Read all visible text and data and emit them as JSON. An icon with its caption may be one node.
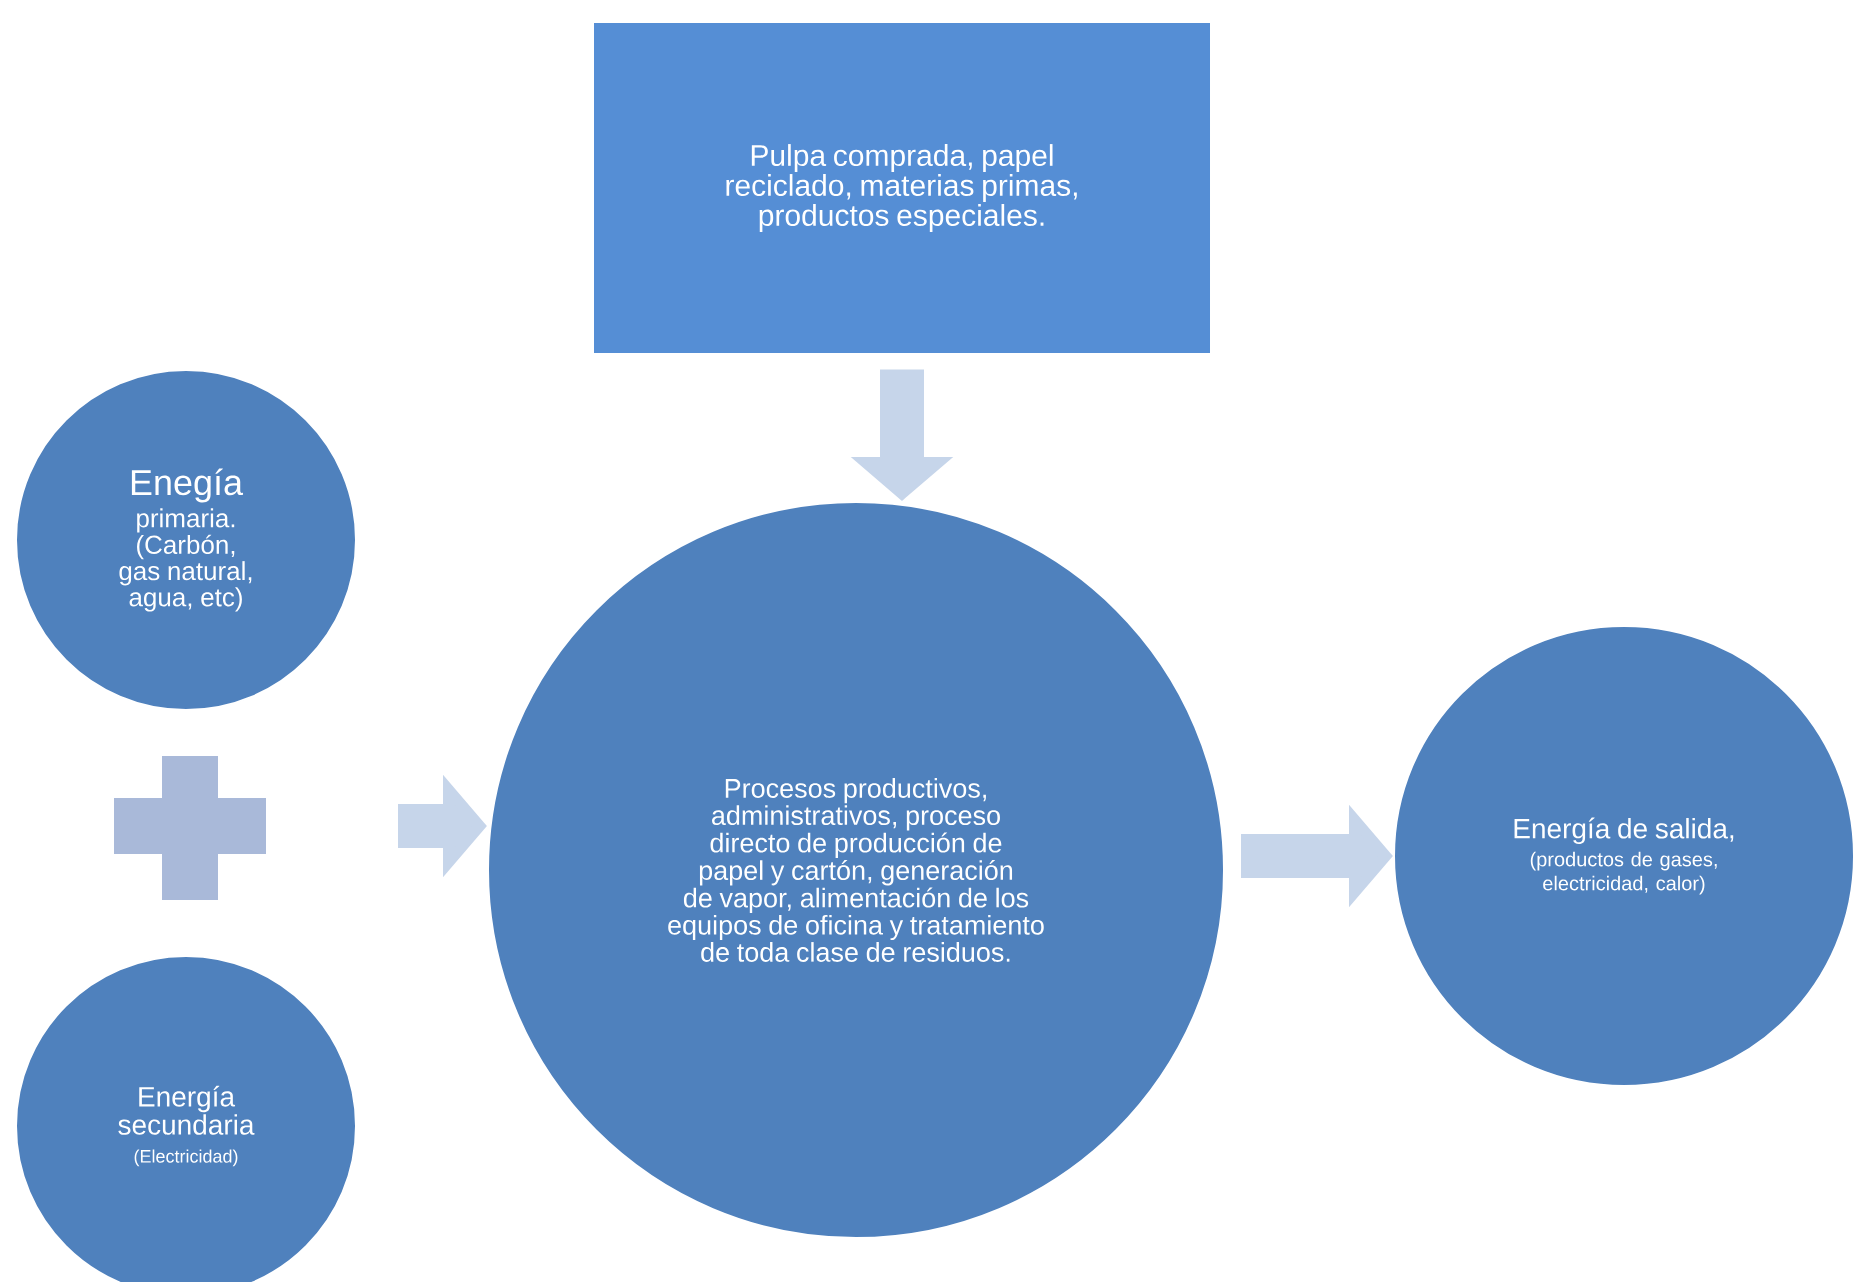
{
  "diagram": {
    "nodes": [
      {
        "text": [
          "Pulpa comprada, papel reciclado, materias primas, productos especiales."
        ]
      },
      {
        "text": [
          "Enegía",
          "primaria. (Carbón, gas natural, agua, etc)"
        ]
      },
      {
        "text": [
          "Energía secundaria",
          "(Electricidad)"
        ]
      },
      {
        "text": [
          "Procesos productivos, administrativos, proceso directo de producción de papel y cartón, generación de vapor, alimentación de los equipos de oficina y tratamiento de toda clase de residuos."
        ]
      },
      {
        "text": [
          "Energía de salida,",
          "(productos de gases, electricidad, calor)"
        ]
      }
    ],
    "edges": [
      {
        "from": 0,
        "to": 3,
        "arrow": "to"
      },
      {
        "from": null,
        "to": 3,
        "arrow": "to"
      },
      {
        "from": 3,
        "to": 4,
        "arrow": "to"
      }
    ]
  }
}
